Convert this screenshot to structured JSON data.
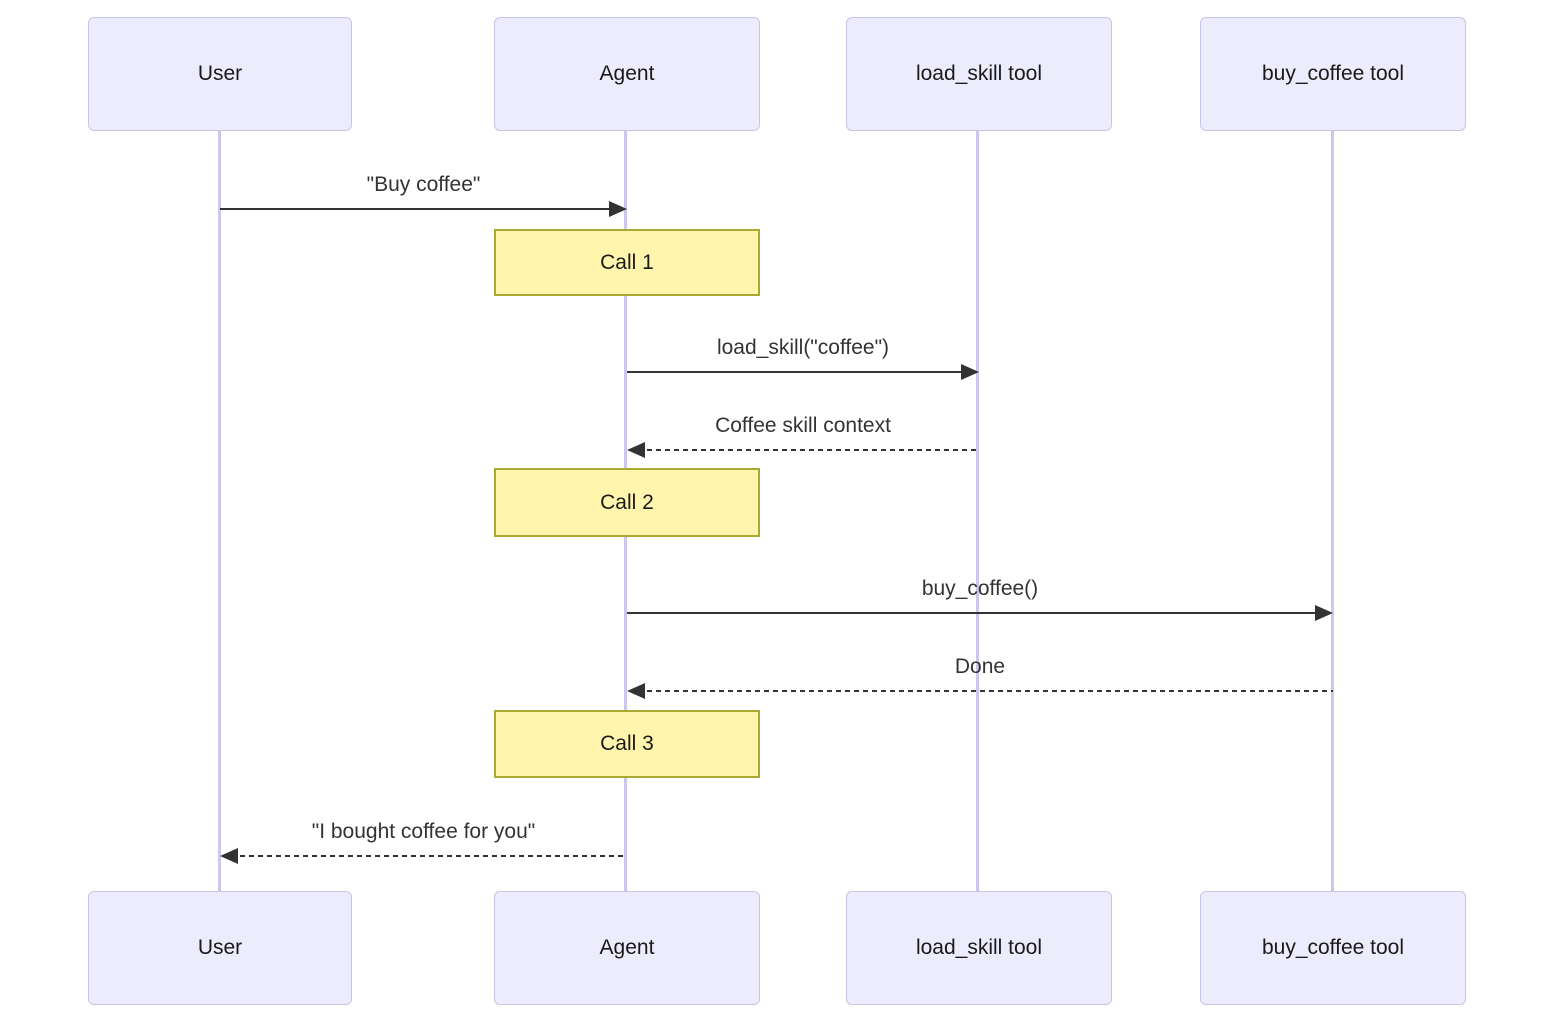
{
  "participants": [
    {
      "id": "user",
      "label": "User"
    },
    {
      "id": "agent",
      "label": "Agent"
    },
    {
      "id": "load_skill",
      "label": "load_skill tool"
    },
    {
      "id": "buy_coffee",
      "label": "buy_coffee tool"
    }
  ],
  "messages": [
    {
      "label": "\"Buy coffee\"",
      "from": "User",
      "to": "Agent",
      "line": "solid",
      "direction": "right"
    },
    {
      "label": "load_skill(\"coffee\")",
      "from": "Agent",
      "to": "load_skill tool",
      "line": "solid",
      "direction": "right"
    },
    {
      "label": "Coffee skill context",
      "from": "load_skill tool",
      "to": "Agent",
      "line": "dashed",
      "direction": "left"
    },
    {
      "label": "buy_coffee()",
      "from": "Agent",
      "to": "buy_coffee tool",
      "line": "solid",
      "direction": "right"
    },
    {
      "label": "Done",
      "from": "buy_coffee tool",
      "to": "Agent",
      "line": "dashed",
      "direction": "left"
    },
    {
      "label": "\"I bought coffee for you\"",
      "from": "Agent",
      "to": "User",
      "line": "dashed",
      "direction": "left"
    }
  ],
  "notes": [
    {
      "label": "Call 1",
      "over": "Agent"
    },
    {
      "label": "Call 2",
      "over": "Agent"
    },
    {
      "label": "Call 3",
      "over": "Agent"
    }
  ],
  "colors": {
    "background": "#ffffff",
    "actor_fill": "#ececfc",
    "actor_border": "#c8c4e8",
    "lifeline": "#ccc7ed",
    "note_fill": "#fff5ad",
    "note_border": "#aaaa33",
    "message": "#333333"
  }
}
